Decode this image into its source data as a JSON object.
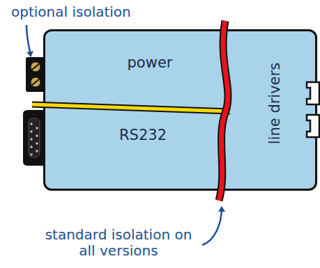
{
  "diagram": {
    "nodes": [
      {
        "text": [
          "power",
          "RS232",
          "line drivers"
        ]
      }
    ],
    "labels": [
      "optional isolation",
      "standard isolation on all versions"
    ]
  }
}
